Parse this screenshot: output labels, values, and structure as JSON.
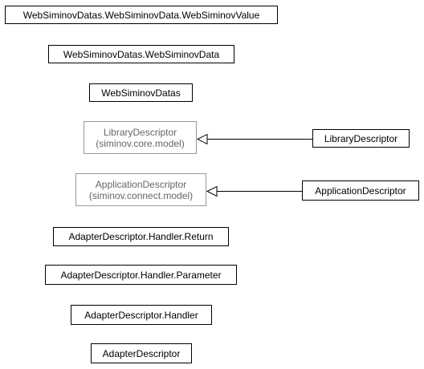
{
  "diagram": {
    "nodes": [
      {
        "id": "websiminovvalue",
        "lines": [
          "WebSiminovDatas.WebSiminovData.WebSiminovValue"
        ],
        "external": false
      },
      {
        "id": "websiminovdata",
        "lines": [
          "WebSiminovDatas.WebSiminovData"
        ],
        "external": false
      },
      {
        "id": "websiminovdatas",
        "lines": [
          "WebSiminovDatas"
        ],
        "external": false
      },
      {
        "id": "librarydescriptor-base",
        "lines": [
          "LibraryDescriptor",
          "(siminov.core.model)"
        ],
        "external": true
      },
      {
        "id": "librarydescriptor",
        "lines": [
          "LibraryDescriptor"
        ],
        "external": false
      },
      {
        "id": "applicationdescriptor-base",
        "lines": [
          "ApplicationDescriptor",
          "(siminov.connect.model)"
        ],
        "external": true
      },
      {
        "id": "applicationdescriptor",
        "lines": [
          "ApplicationDescriptor"
        ],
        "external": false
      },
      {
        "id": "handler-return",
        "lines": [
          "AdapterDescriptor.Handler.Return"
        ],
        "external": false
      },
      {
        "id": "handler-parameter",
        "lines": [
          "AdapterDescriptor.Handler.Parameter"
        ],
        "external": false
      },
      {
        "id": "handler",
        "lines": [
          "AdapterDescriptor.Handler"
        ],
        "external": false
      },
      {
        "id": "adapterdescriptor",
        "lines": [
          "AdapterDescriptor"
        ],
        "external": false
      }
    ],
    "edges": [
      {
        "from": "librarydescriptor",
        "to": "librarydescriptor-base",
        "type": "inheritance"
      },
      {
        "from": "applicationdescriptor",
        "to": "applicationdescriptor-base",
        "type": "inheritance"
      }
    ],
    "colors": {
      "border": "#000000",
      "external_border": "#999999",
      "external_text": "#666666",
      "edge": "#000000"
    }
  }
}
